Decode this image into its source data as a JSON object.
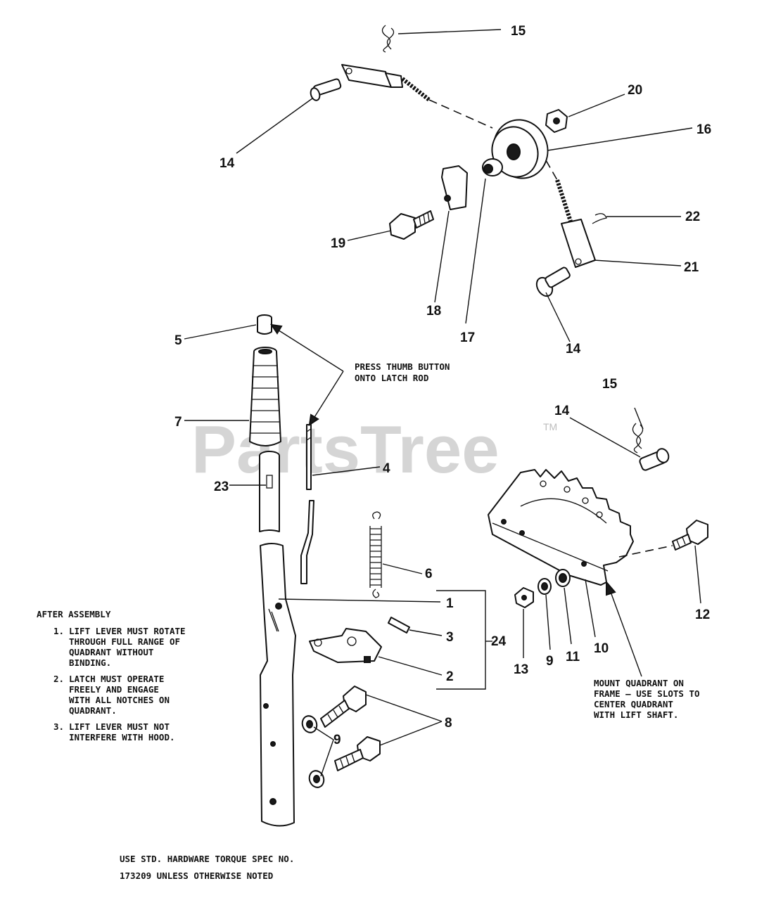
{
  "watermark": {
    "text": "PartsTree",
    "tm": "TM"
  },
  "callouts": {
    "c15a": "15",
    "c14a": "14",
    "c20": "20",
    "c16": "16",
    "c22": "22",
    "c19": "19",
    "c18": "18",
    "c17": "17",
    "c21": "21",
    "c14b": "14",
    "c5": "5",
    "c7": "7",
    "c23": "23",
    "c4": "4",
    "c15b": "15",
    "c14c": "14",
    "c6": "6",
    "c1": "1",
    "c3": "3",
    "c24": "24",
    "c2": "2",
    "c12": "12",
    "c13": "13",
    "c9a": "9",
    "c11": "11",
    "c10": "10",
    "c8": "8",
    "c9b": "9"
  },
  "notes": {
    "press_thumb": [
      "PRESS THUMB BUTTON",
      "ONTO LATCH ROD"
    ],
    "after_assembly_title": "AFTER ASSEMBLY",
    "after_assembly_items": [
      [
        "1.",
        "LIFT LEVER MUST ROTATE",
        "THROUGH FULL RANGE OF",
        "QUADRANT WITHOUT",
        "BINDING."
      ],
      [
        "2.",
        "LATCH MUST OPERATE",
        "FREELY AND ENGAGE",
        "WITH ALL NOTCHES ON",
        "QUADRANT."
      ],
      [
        "3.",
        "LIFT LEVER MUST NOT",
        "INTERFERE WITH HOOD."
      ]
    ],
    "mount_quadrant": [
      "MOUNT QUADRANT ON",
      "FRAME — USE SLOTS TO",
      "CENTER QUADRANT",
      "WITH LIFT SHAFT."
    ],
    "torque": [
      "USE STD. HARDWARE TORQUE SPEC NO.",
      "173209 UNLESS OTHERWISE NOTED"
    ]
  }
}
